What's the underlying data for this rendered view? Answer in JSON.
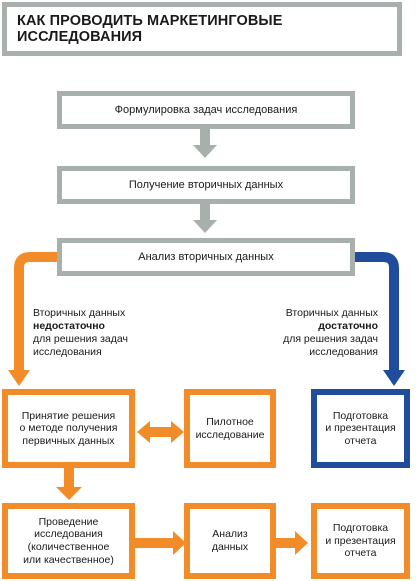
{
  "title": "КАК ПРОВОДИТЬ МАРКЕТИНГОВЫЕ ИССЛЕДОВАНИЯ",
  "steps": {
    "formulation": "Формулировка задач исследования",
    "secondary_data": "Получение вторичных данных",
    "analysis_secondary": "Анализ вторичных данных"
  },
  "branch_insufficient": {
    "line1": "Вторичных данных",
    "emphasis": "недостаточно",
    "line3": "для решения задач",
    "line4": "исследования"
  },
  "branch_sufficient": {
    "line1": "Вторичных данных",
    "emphasis": "достаточно",
    "line3": "для решения задач",
    "line4": "исследования"
  },
  "boxes": {
    "decision": [
      "Принятие решения",
      "о методе получения",
      "первичных данных"
    ],
    "pilot": [
      "Пилотное",
      "исследование"
    ],
    "prep_blue": [
      "Подготовка",
      "и презентация",
      "отчета"
    ],
    "conduct": [
      "Проведение",
      "исследования",
      "(количественное",
      "или качественное)"
    ],
    "analysis": [
      "Анализ",
      "данных"
    ],
    "prep_orange": [
      "Подготовка",
      "и презентация",
      "отчета"
    ]
  },
  "colors": {
    "grey": "#a7b0aa",
    "orange": "#f28c28",
    "blue": "#1f4d9c"
  }
}
